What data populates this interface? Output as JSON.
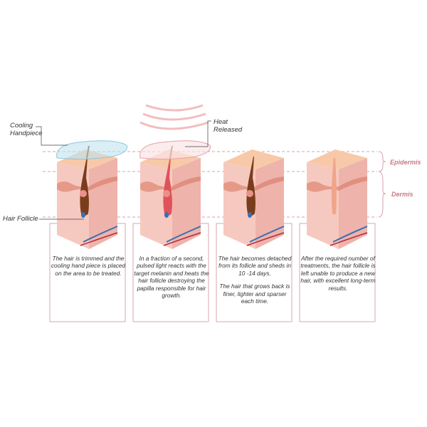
{
  "labels": {
    "cooling_handpiece": [
      "Cooling",
      "Handpiece"
    ],
    "heat_released": [
      "Heat",
      "Released"
    ],
    "hair_follicle": "Hair Follicle",
    "epidermis": "Epidermis",
    "dermis": "Dermis"
  },
  "steps": [
    {
      "text": [
        "The hair is trimmed and the cooling hand piece is placed on the area to be treated."
      ]
    },
    {
      "text": [
        "In a fraction of a second, pulsed light reacts with the target melanin and heats the hair follicle destroying the papilla responsible for hair growth."
      ]
    },
    {
      "text": [
        "The hair becomes detached from its follicle and sheds in 10 -14 days.",
        "The hair that grows back is finer, lighter and sparser each time."
      ]
    },
    {
      "text": [
        "After the required number of treatments, the hair follicle is left unable to produce a new hair, with excellent long-term results."
      ]
    }
  ],
  "colors": {
    "box_border": "#d9a6ad",
    "dashed_line": "#d9a0a8",
    "skin_front": "#f6c9c0",
    "skin_side": "#eeb3ab",
    "skin_top": "#f7c9a8",
    "hair": "#7a3d1c",
    "heated_follicle": "#e0525a",
    "heat_waves": "#f0a0a0",
    "handpiece": "#bfe3ef"
  }
}
